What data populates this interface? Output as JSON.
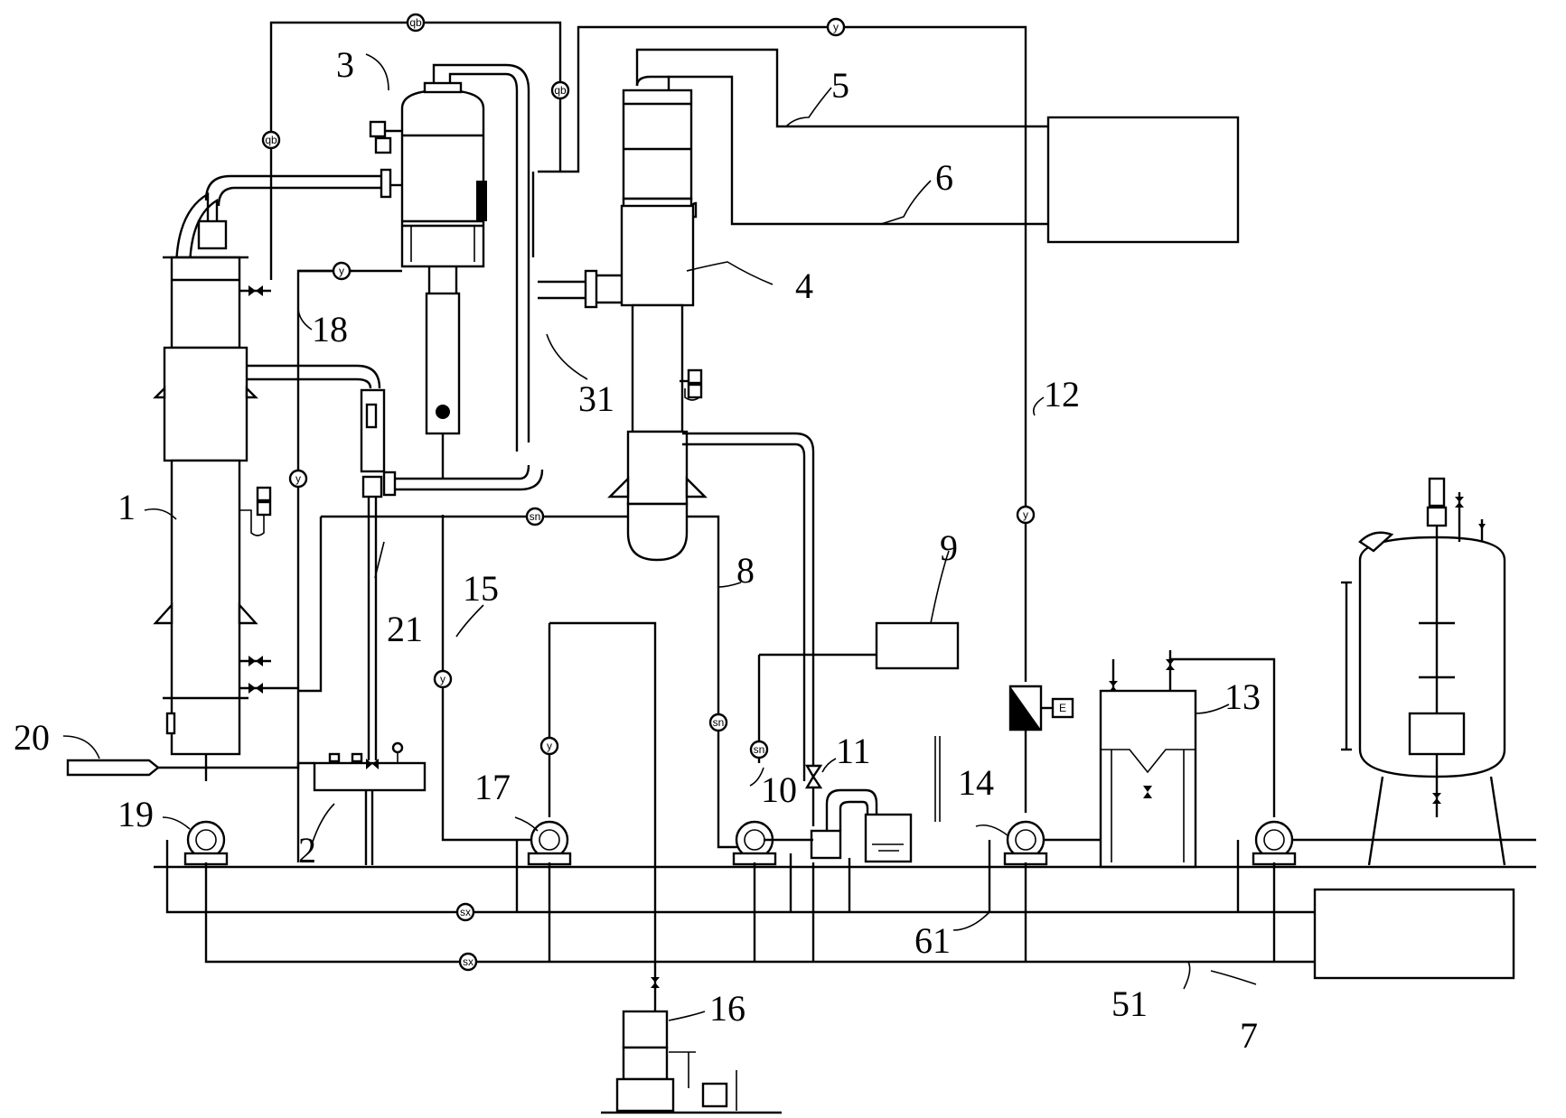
{
  "labels": {
    "l1": "1",
    "l2": "2",
    "l3": "3",
    "l4": "4",
    "l5": "5",
    "l6": "6",
    "l7": "7",
    "l8": "8",
    "l9": "9",
    "l10": "10",
    "l11": "11",
    "l12": "12",
    "l13": "13",
    "l14": "14",
    "l15": "15",
    "l16": "16",
    "l17": "17",
    "l18": "18",
    "l19": "19",
    "l20": "20",
    "l21": "21",
    "l31": "31",
    "l51": "51",
    "l61": "61"
  },
  "tags": {
    "y": "y",
    "qb": "qb",
    "sn": "sn",
    "sx": "sx",
    "E": "E"
  },
  "colors": {
    "line": "#000000",
    "background": "#ffffff"
  }
}
